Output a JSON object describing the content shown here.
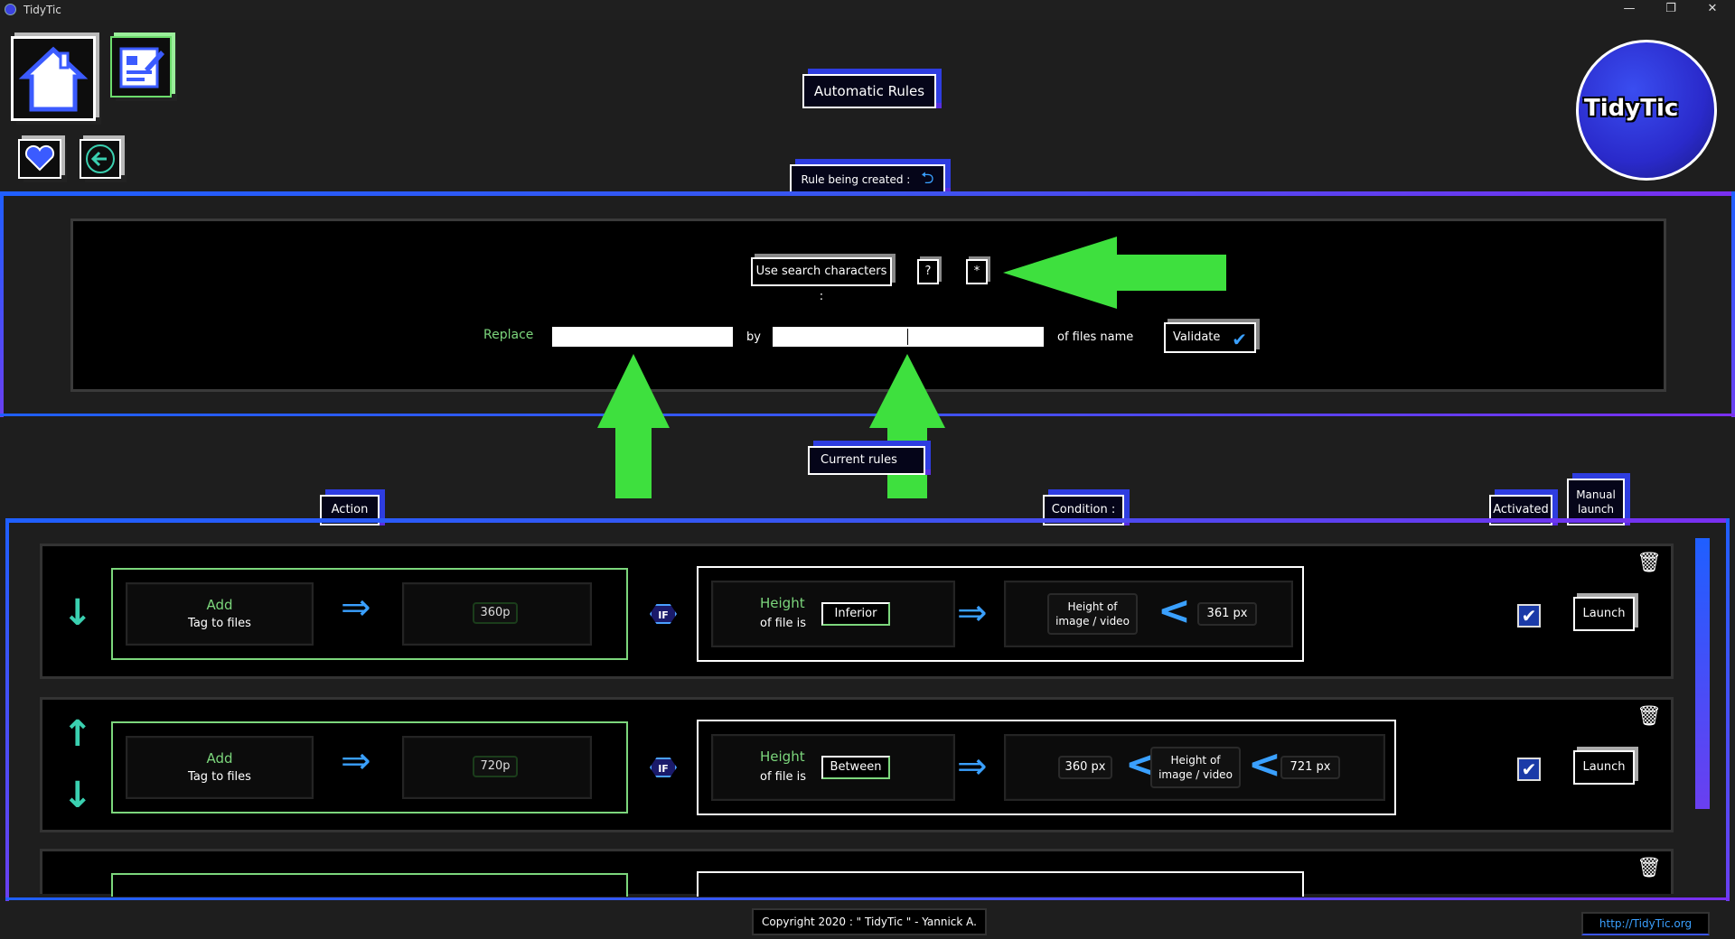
{
  "titlebar": {
    "title": "TidyTic",
    "minimize": "—",
    "maximize": "❐",
    "close": "✕"
  },
  "header": {
    "automatic_rules": "Automatic Rules",
    "rule_being_created": "Rule being created :",
    "logo_text": "TidyTic"
  },
  "creator": {
    "use_search_chars_label": "Use search characters :",
    "char_question": "?",
    "char_star": "*",
    "replace_label": "Replace",
    "replace_value": "",
    "by_label": "by",
    "by_value": "",
    "of_files_name_label": "of files name",
    "validate_label": "Validate"
  },
  "rules_header": {
    "current_rules": "Current rules",
    "action": "Action",
    "condition": "Condition :",
    "activated": "Activated",
    "manual_launch": "Manual launch"
  },
  "rules": [
    {
      "action": "Add",
      "action_sub": "Tag to files",
      "tag": "360p",
      "if": "IF",
      "cond_title": "Height",
      "cond_sub": "of file is",
      "operator": "Inferior",
      "left_value": "",
      "subject": "Height of image / video",
      "right_value": "361 px",
      "launch": "Launch"
    },
    {
      "action": "Add",
      "action_sub": "Tag to files",
      "tag": "720p",
      "if": "IF",
      "cond_title": "Height",
      "cond_sub": "of file is",
      "operator": "Between",
      "left_value": "360 px",
      "subject": "Height of image / video",
      "right_value": "721 px",
      "launch": "Launch"
    }
  ],
  "footer": {
    "copyright": "Copyright 2020 : \" TidyTic \" - Yannick A.",
    "url": "http://TidyTic.org"
  }
}
